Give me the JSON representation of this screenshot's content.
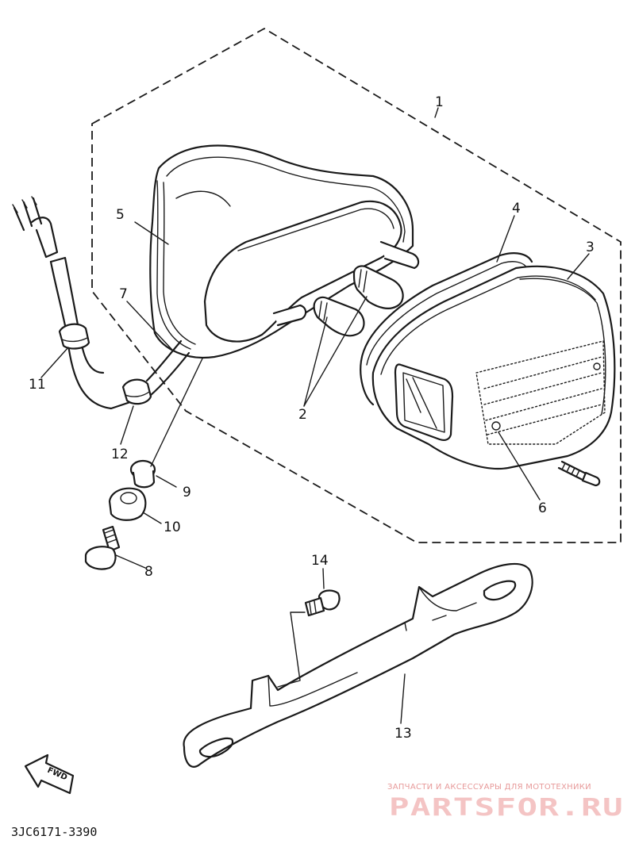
{
  "diagram": {
    "drawing_code": "3JC6171-3390",
    "fwd_label": "FWD",
    "callouts": {
      "c1": "1",
      "c2": "2",
      "c3": "3",
      "c4": "4",
      "c5": "5",
      "c6": "6",
      "c7": "7",
      "c8": "8",
      "c9": "9",
      "c10": "10",
      "c11": "11",
      "c12": "12",
      "c13": "13",
      "c14": "14"
    }
  },
  "watermark": {
    "tagline": "ЗАПЧАСТИ И АКСЕССУАРЫ ДЛЯ МОТОТЕХНИКИ",
    "brand": "PARTSFOR.RU",
    "color": "#f4c4c4"
  }
}
